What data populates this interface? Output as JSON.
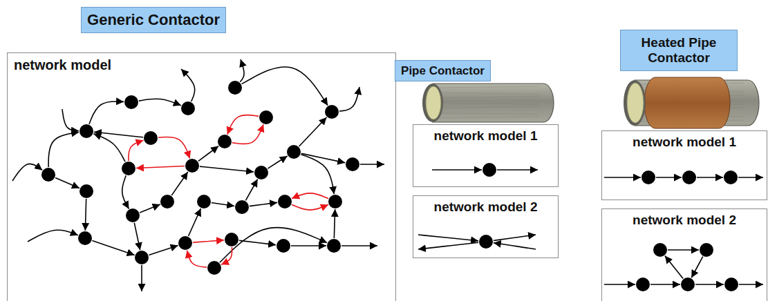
{
  "diagram": {
    "nodes": [
      {
        "text": [
          "Generic Contactor"
        ]
      },
      {
        "text": [
          "network model"
        ]
      },
      {
        "text": [
          "Pipe Contactor"
        ]
      },
      {
        "text": [
          "network model 1"
        ]
      },
      {
        "text": [
          "network model 2"
        ]
      },
      {
        "text": [
          "Heated Pipe Contactor"
        ]
      },
      {
        "text": [
          "network model 1"
        ]
      },
      {
        "text": [
          "network model 2"
        ]
      }
    ]
  }
}
